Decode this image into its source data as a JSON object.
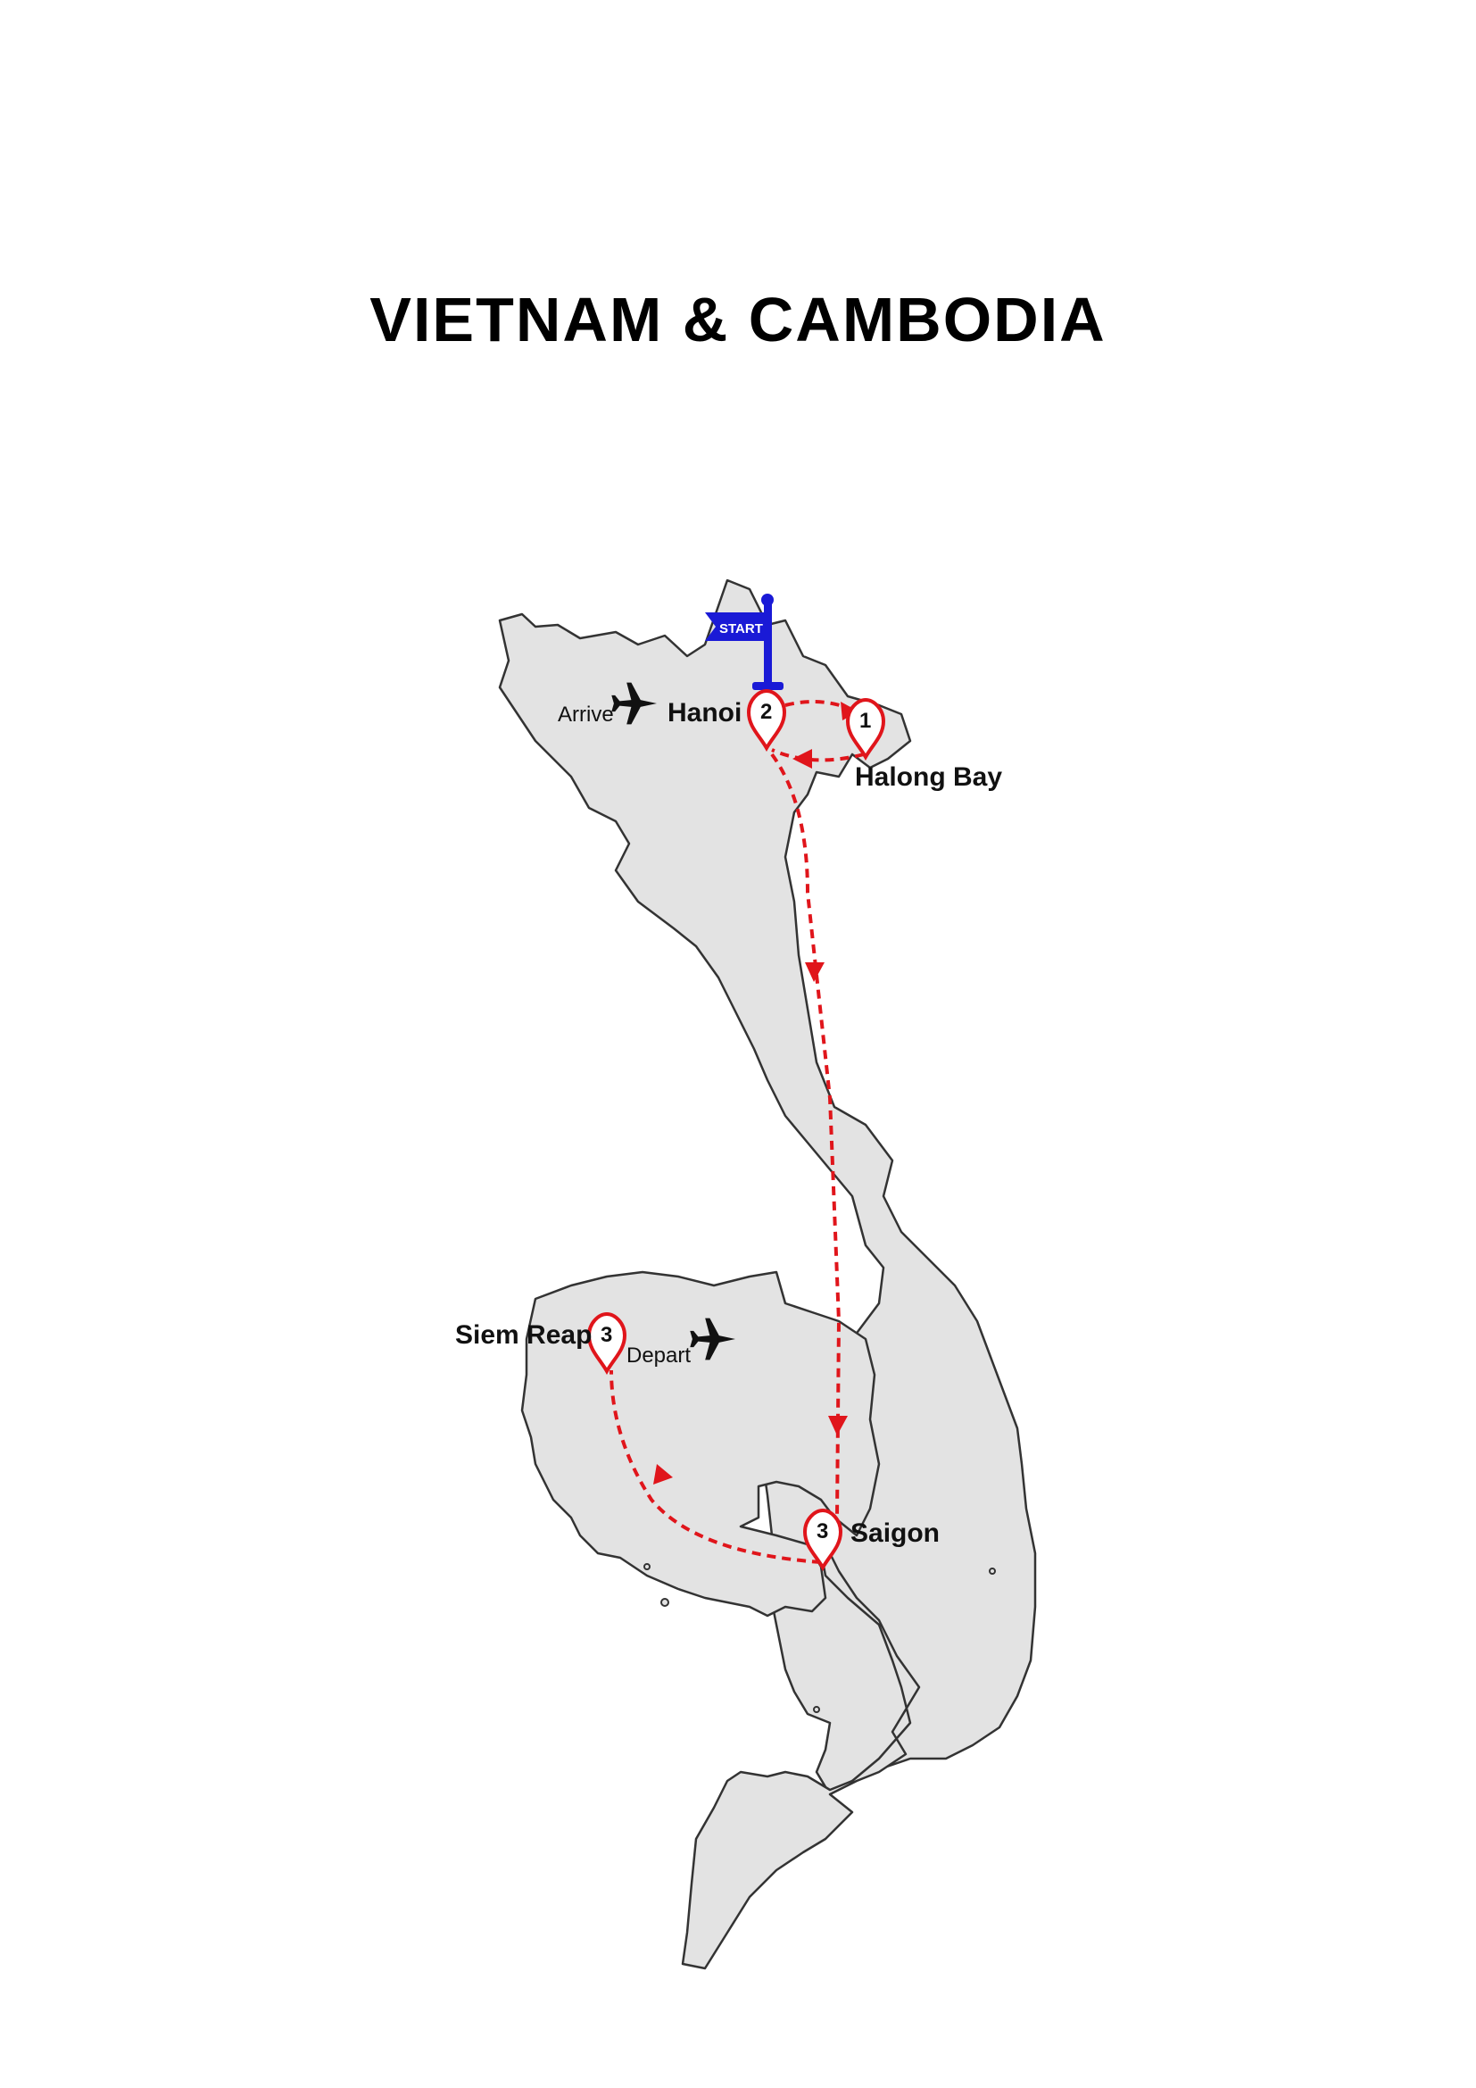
{
  "map": {
    "title": "VIETNAM & CAMBODIA",
    "start_flag": "START",
    "arrive_label": "Arrive",
    "depart_label": "Depart",
    "stops": [
      {
        "name": "Halong Bay",
        "nights": "1"
      },
      {
        "name": "Hanoi",
        "nights": "2"
      },
      {
        "name": "Saigon",
        "nights": "3"
      },
      {
        "name": "Siem Reap",
        "nights": "3"
      }
    ],
    "colors": {
      "land": "#e3e3e3",
      "border": "#333333",
      "route": "#e0151b",
      "flag": "#1a1ad6"
    },
    "icons": [
      "airplane-icon",
      "flag-icon",
      "map-pin-icon"
    ]
  }
}
